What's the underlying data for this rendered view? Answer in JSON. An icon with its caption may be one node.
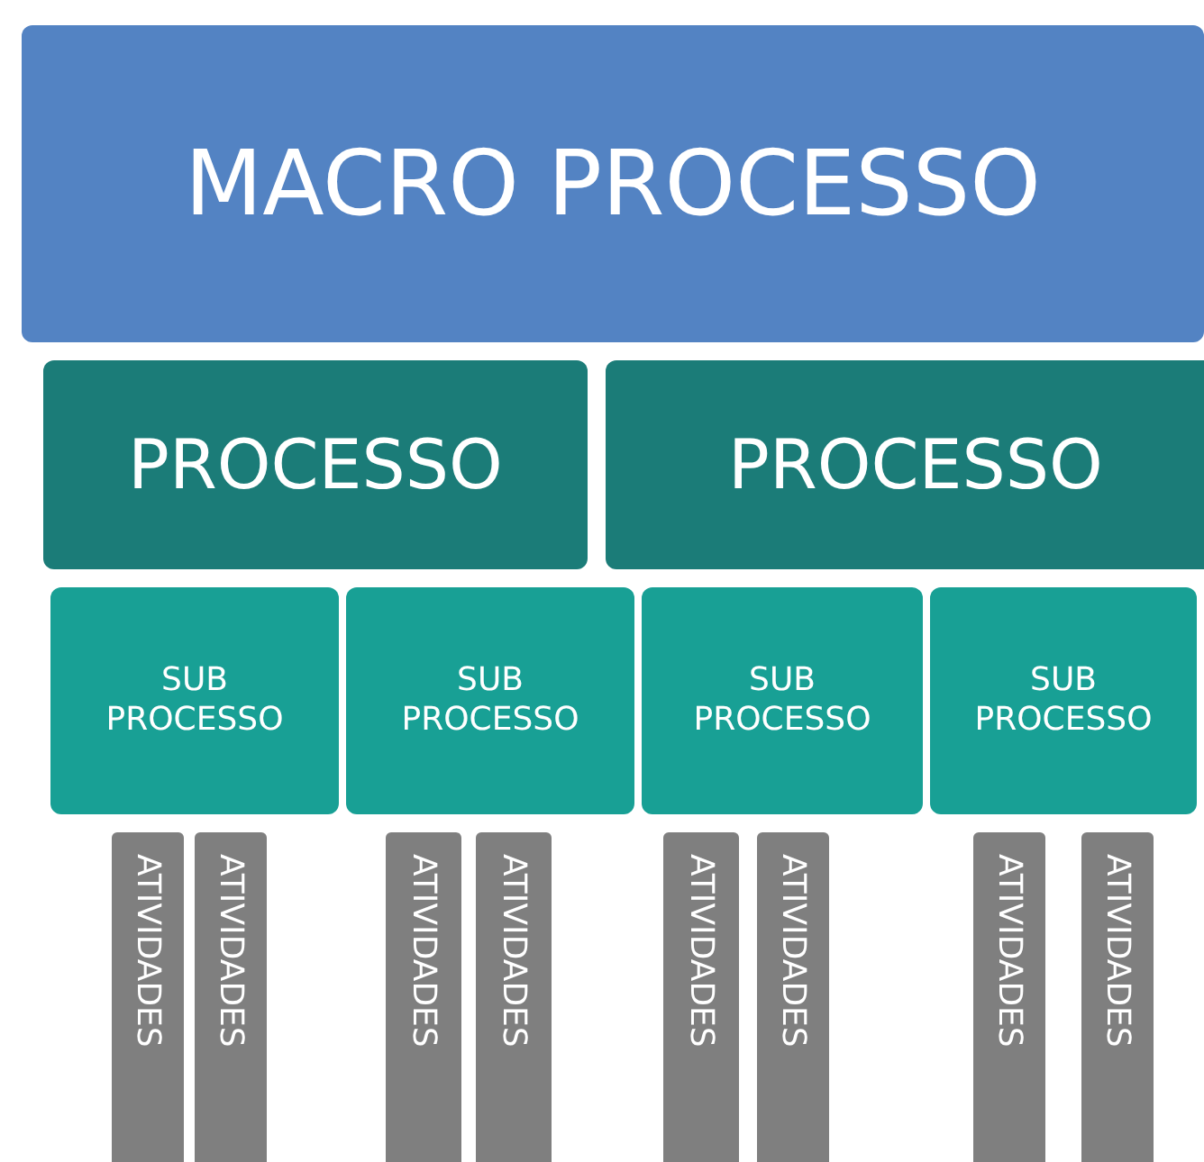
{
  "diagram": {
    "nodes": [
      {
        "text": [
          "MACRO PROCESSO"
        ]
      },
      {
        "text": [
          "PROCESSO"
        ]
      },
      {
        "text": [
          "PROCESSO"
        ]
      },
      {
        "text": [
          "SUB PROCESSO"
        ]
      },
      {
        "text": [
          "SUB PROCESSO"
        ]
      },
      {
        "text": [
          "SUB PROCESSO"
        ]
      },
      {
        "text": [
          "SUB PROCESSO"
        ]
      },
      {
        "text": [
          "ATIVIDADES"
        ]
      },
      {
        "text": [
          "ATIVIDADES"
        ]
      },
      {
        "text": [
          "ATIVIDADES"
        ]
      },
      {
        "text": [
          "ATIVIDADES"
        ]
      },
      {
        "text": [
          "ATIVIDADES"
        ]
      },
      {
        "text": [
          "ATIVIDADES"
        ]
      },
      {
        "text": [
          "ATIVIDADES"
        ]
      },
      {
        "text": [
          "ATIVIDADES"
        ]
      }
    ]
  }
}
